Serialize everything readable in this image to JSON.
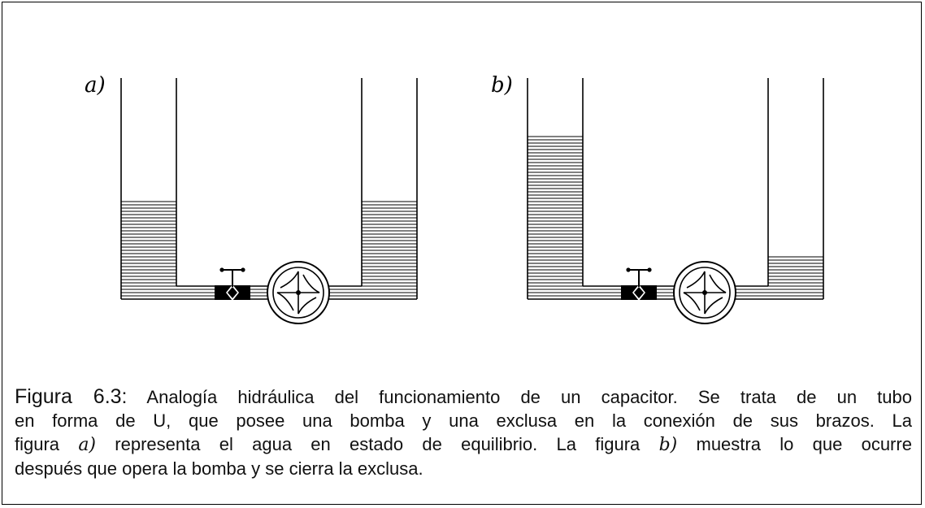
{
  "panels": {
    "a": {
      "label": "a)",
      "left_level": 0.45,
      "right_level": 0.45
    },
    "b": {
      "label": "b)",
      "left_level": 0.74,
      "right_level": 0.2
    }
  },
  "caption": {
    "number": "Figura 6.3:",
    "line1": "Analogía hidráulica del funcionamiento de un capacitor. Se trata de un tubo",
    "line2": "en forma de U, que posee una bomba y una exclusa en la conexión de sus brazos. La",
    "line3_pre": "figura",
    "line3_a": "a)",
    "line3_mid": "representa el agua en estado de equilibrio. La figura",
    "line3_b": "b)",
    "line3_post": "muestra lo que ocurre",
    "line4": "después que opera la bomba y se cierra la exclusa."
  },
  "colors": {
    "ink": "#000000",
    "background": "#ffffff"
  }
}
